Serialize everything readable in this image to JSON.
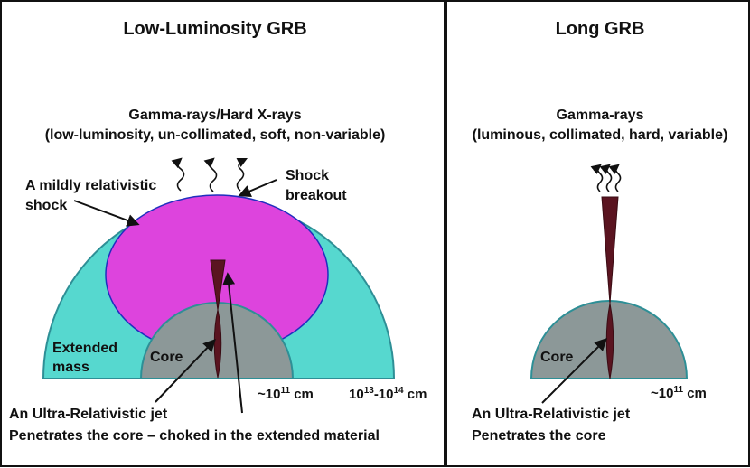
{
  "left": {
    "title": "Low-Luminosity GRB",
    "emission_title": "Gamma-rays/Hard X-rays",
    "emission_detail": "(low-luminosity, un-collimated, soft, non-variable)",
    "shock_label_line1": "A mildly relativistic",
    "shock_label_line2": "shock",
    "breakout_label_line1": "Shock",
    "breakout_label_line2": "breakout",
    "extended_label_line1": "Extended",
    "extended_label_line2": "mass",
    "core_label": "Core",
    "core_size": {
      "prefix": "~10",
      "exp": "11",
      "unit": " cm"
    },
    "mass_size": {
      "a": "10",
      "a_exp": "13",
      "mid": "-10",
      "b_exp": "14",
      "unit": " cm"
    },
    "jet_line1": "An Ultra-Relativistic jet",
    "jet_line2": "Penetrates the core – choked in the extended material"
  },
  "right": {
    "title": "Long GRB",
    "emission_title": "Gamma-rays",
    "emission_detail": "(luminous, collimated, hard, variable)",
    "core_label": "Core",
    "core_size": {
      "prefix": "~10",
      "exp": "11",
      "unit": " cm"
    },
    "jet_line1": "An Ultra-Relativistic jet",
    "jet_line2": "Penetrates the core"
  },
  "colors": {
    "extended_mass": "#56D8CF",
    "shock_region": "#DD44DD",
    "core": "#8C9898",
    "jet": "#5A1420",
    "outline": "#2E8F96",
    "panel_border": "#111111"
  }
}
